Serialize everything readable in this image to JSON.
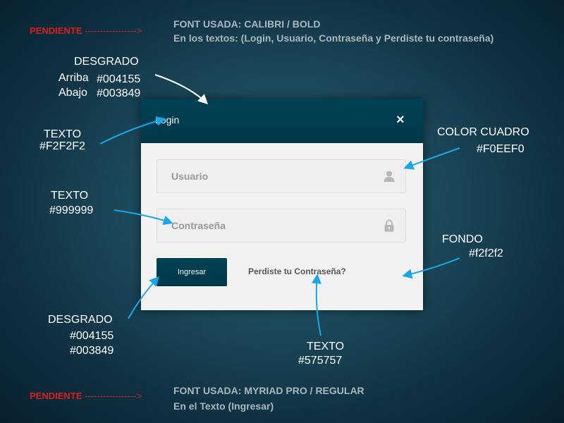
{
  "top_note": {
    "pending": "PENDIENTE",
    "dashes": "----------------->",
    "title": "FONT USADA: CALIBRI  / BOLD",
    "subtitle": "En los textos: (Login, Usuario, Contraseña y Perdiste tu contraseña)"
  },
  "bottom_note": {
    "pending": "PENDIENTE",
    "dashes": "----------------->",
    "title": "FONT USADA: MYRIAD PRO / REGULAR",
    "subtitle": "En el Texto (Ingresar)"
  },
  "annotations": {
    "header_gradient": {
      "label": "DESGRADO",
      "top_label": "Arriba",
      "top_color": "#004155",
      "bottom_label": "Abajo",
      "bottom_color": "#003849"
    },
    "title_text": {
      "label": "TEXTO",
      "color": "#F2F2F2"
    },
    "field_box": {
      "label": "COLOR CUADRO",
      "color": "#F0EEF0"
    },
    "placeholder_text": {
      "label": "TEXTO",
      "color": "#999999"
    },
    "background": {
      "label": "FONDO",
      "color": "#f2f2f2"
    },
    "button_gradient": {
      "label": "DESGRADO",
      "top_color": "#004155",
      "bottom_color": "#003849"
    },
    "link_text": {
      "label": "TEXTO",
      "color": "#575757"
    }
  },
  "dialog": {
    "title": "Login",
    "close_symbol": "×",
    "username_placeholder": "Usuario",
    "password_placeholder": "Contraseña",
    "submit_label": "Ingresar",
    "forgot_label": "Perdiste tu Contraseña?",
    "icons": {
      "user": "user-icon",
      "lock": "lock-icon",
      "close": "close-icon"
    }
  },
  "colors": {
    "header_top": "#004155",
    "header_bottom": "#003849",
    "title_text": "#F2F2F2",
    "field_bg": "#F0EEF0",
    "placeholder": "#999999",
    "dialog_bg": "#f2f2f2",
    "link_text": "#575757",
    "pending_red": "#d62020",
    "arrow_blue": "#1aa7ea"
  }
}
